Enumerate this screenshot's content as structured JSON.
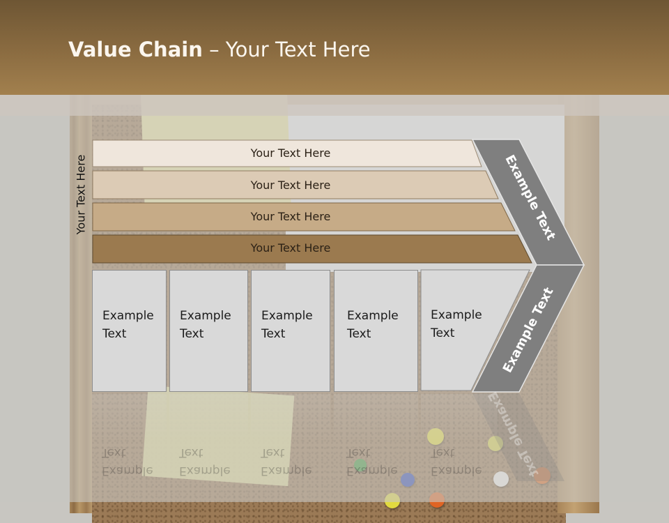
{
  "title": {
    "bold": "Value Chain",
    "rest": " – Your Text Here"
  },
  "side_label": "Your Text Here",
  "bars": [
    {
      "label": "Your Text Here",
      "color": "#efe6dc"
    },
    {
      "label": "Your Text Here",
      "color": "#dccbb5"
    },
    {
      "label": "Your Text Here",
      "color": "#c6ab87"
    },
    {
      "label": "Your Text Here",
      "color": "#9b7a4f"
    }
  ],
  "cards": [
    {
      "line1": "Example",
      "line2": "Text"
    },
    {
      "line1": "Example",
      "line2": "Text"
    },
    {
      "line1": "Example",
      "line2": "Text"
    },
    {
      "line1": "Example",
      "line2": "Text"
    },
    {
      "line1": "Example",
      "line2": "Text"
    }
  ],
  "chevron_top": "Example Text",
  "chevron_bottom": "Example Text",
  "colors": {
    "header": "#8b6c41",
    "chevron": "#7f7f7f",
    "card": "#d9d9d9"
  }
}
